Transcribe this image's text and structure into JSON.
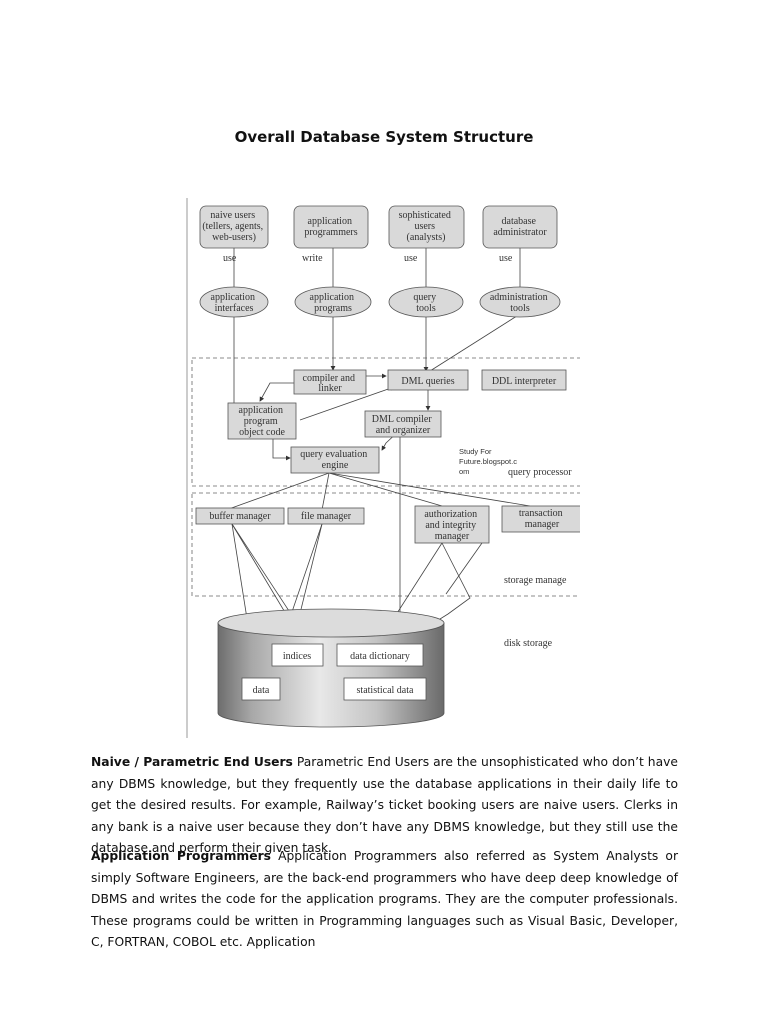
{
  "document": {
    "title": "Overall Database System Structure"
  },
  "diagram": {
    "users": [
      {
        "label": [
          "naive users",
          "(tellers, agents,",
          "web-users)"
        ],
        "verb": "use"
      },
      {
        "label": [
          "application",
          "programmers"
        ],
        "verb": "write"
      },
      {
        "label": [
          "sophisticated",
          "users",
          "(analysts)"
        ],
        "verb": "use"
      },
      {
        "label": [
          "database",
          "administrator"
        ],
        "verb": "use"
      }
    ],
    "tools": [
      [
        "application",
        "interfaces"
      ],
      [
        "application",
        "programs"
      ],
      [
        "query",
        "tools"
      ],
      [
        "administration",
        "tools"
      ]
    ],
    "processor": {
      "compiler": [
        "compiler and",
        "linker"
      ],
      "dml_queries": "DML queries",
      "ddl_interpreter": "DDL interpreter",
      "app_object": [
        "application",
        "program",
        "object code"
      ],
      "dml_compiler": [
        "DML compiler",
        "and organizer"
      ],
      "query_engine": [
        "query evaluation",
        "engine"
      ],
      "watermark": [
        "Study For",
        "Future.blogspot.c",
        "om"
      ],
      "label": "query processor"
    },
    "storage_manager": {
      "buffer": "buffer manager",
      "file": "file manager",
      "auth": [
        "authorization",
        "and integrity",
        "manager"
      ],
      "transaction": [
        "transaction",
        "manager"
      ],
      "label": "storage manage"
    },
    "disk": {
      "indices": "indices",
      "dictionary": "data dictionary",
      "data": "data",
      "statistical": "statistical data",
      "label": "disk storage"
    }
  },
  "paragraphs": [
    {
      "heading": "Naive / Parametric End Users",
      "text": " Parametric End Users are the unsophisticated who don’t have any DBMS knowledge, but they frequently use the database applications in their daily life to get the desired results. For example, Railway’s ticket booking users are naive users. Clerks in any bank is a naive user because they don’t have any DBMS knowledge, but they still use the database and perform their given task."
    },
    {
      "heading": "Application Programmers",
      "text": " Application Programmers also referred as System Analysts or simply Software Engineers, are the back-end programmers who have deep deep knowledge of DBMS and writes the code for the application programs. They are the computer professionals. These programs could be written in Programming languages such as Visual Basic, Developer, C, FORTRAN, COBOL etc. Application"
    }
  ]
}
